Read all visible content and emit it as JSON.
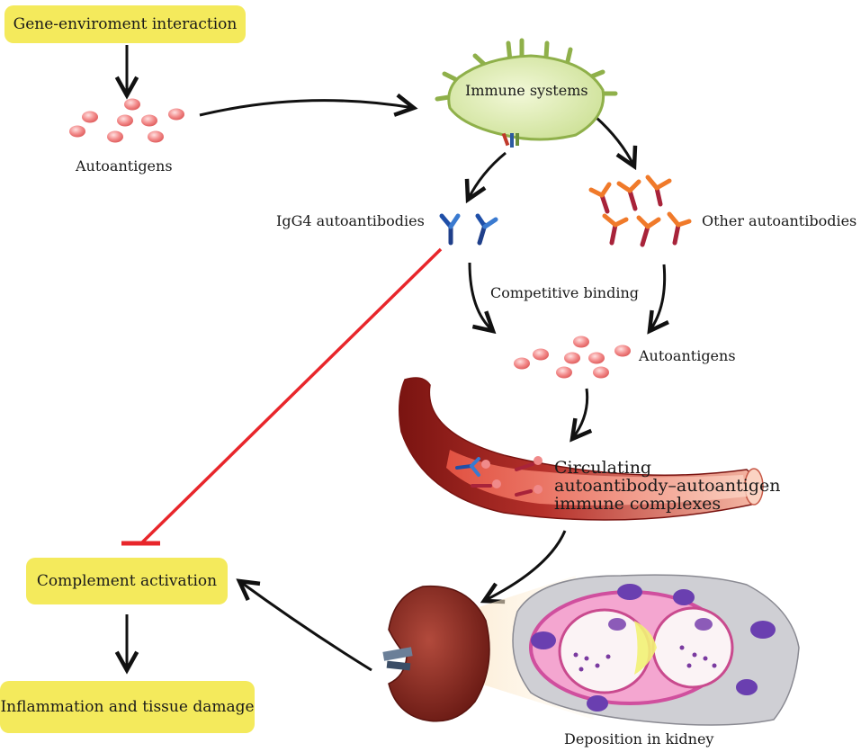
{
  "boxes": {
    "gene": "Gene-enviroment interaction",
    "complement": "Complement activation",
    "inflammation": "Inflammation and tissue damage"
  },
  "labels": {
    "autoantigens_top": "Autoantigens",
    "immune": "Immune systems",
    "igg4": "IgG4 autoantibodies",
    "other": "Other autoantibodies",
    "competitive": "Competitive binding",
    "autoantigens_mid": "Autoantigens",
    "circ_line1": "Circulating",
    "circ_line2": "autoantibody–autoantigen",
    "circ_line3": "immune complexes",
    "deposition": "Deposition in kidney"
  },
  "colors": {
    "box_fill": "#f4ea5c",
    "arrow": "#111111",
    "inhibition": "#e8262b",
    "antigen": "#f08a8a",
    "igg4_antibody": "#1f4fa8",
    "other_antibody": "#b22a3a",
    "other_antibody_tip": "#f07a2a",
    "immune_cell": "#dcebb0",
    "kidney": "#8c2a22",
    "vessel": "#a8231e"
  }
}
